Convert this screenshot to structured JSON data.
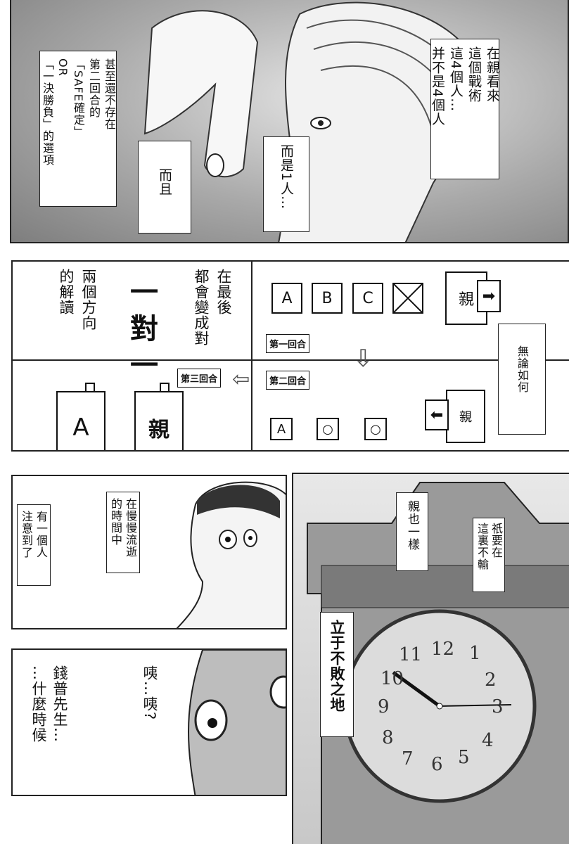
{
  "panel1": {
    "caption_right": "在親看來\n這個戰術\n這4個人…\n并不是4個人",
    "caption_middle": "而是1人…",
    "caption_left_small": "而且",
    "caption_left": "甚至還不存在\n第二回合的\n「SAFE確定」\nOR\n「一決勝負」的選項"
  },
  "panel2": {
    "caption_last": "在最後\n都會變成對",
    "caption_big": "一對一",
    "caption_reading": "兩個方向\n的解讀",
    "round1_label": "第一回合",
    "round2_label": "第二回合",
    "round3_label": "第三回合",
    "caption_anyway": "無論如何",
    "pieces_round1": [
      "A",
      "B",
      "C",
      "",
      "親"
    ],
    "pieces_round2": [
      "A",
      "○",
      "○",
      "親"
    ],
    "pieces_round3": [
      "A",
      "親"
    ]
  },
  "panel3": {
    "caption_noticed": "有一個人\n注意到了",
    "caption_time": "在慢慢流逝\n的時間中"
  },
  "panel4": {
    "speech_huh": "咦…咦?",
    "speech_when": "錢普先生…\n…什麼時候"
  },
  "panel5": {
    "caption_same": "親也一樣",
    "caption_notlose": "祇要在\n這裏不輸",
    "caption_invincible": "立于不敗之地",
    "clock_numbers": [
      "12",
      "1",
      "2",
      "3",
      "4",
      "5",
      "6",
      "7",
      "8",
      "9",
      "10",
      "11"
    ]
  }
}
